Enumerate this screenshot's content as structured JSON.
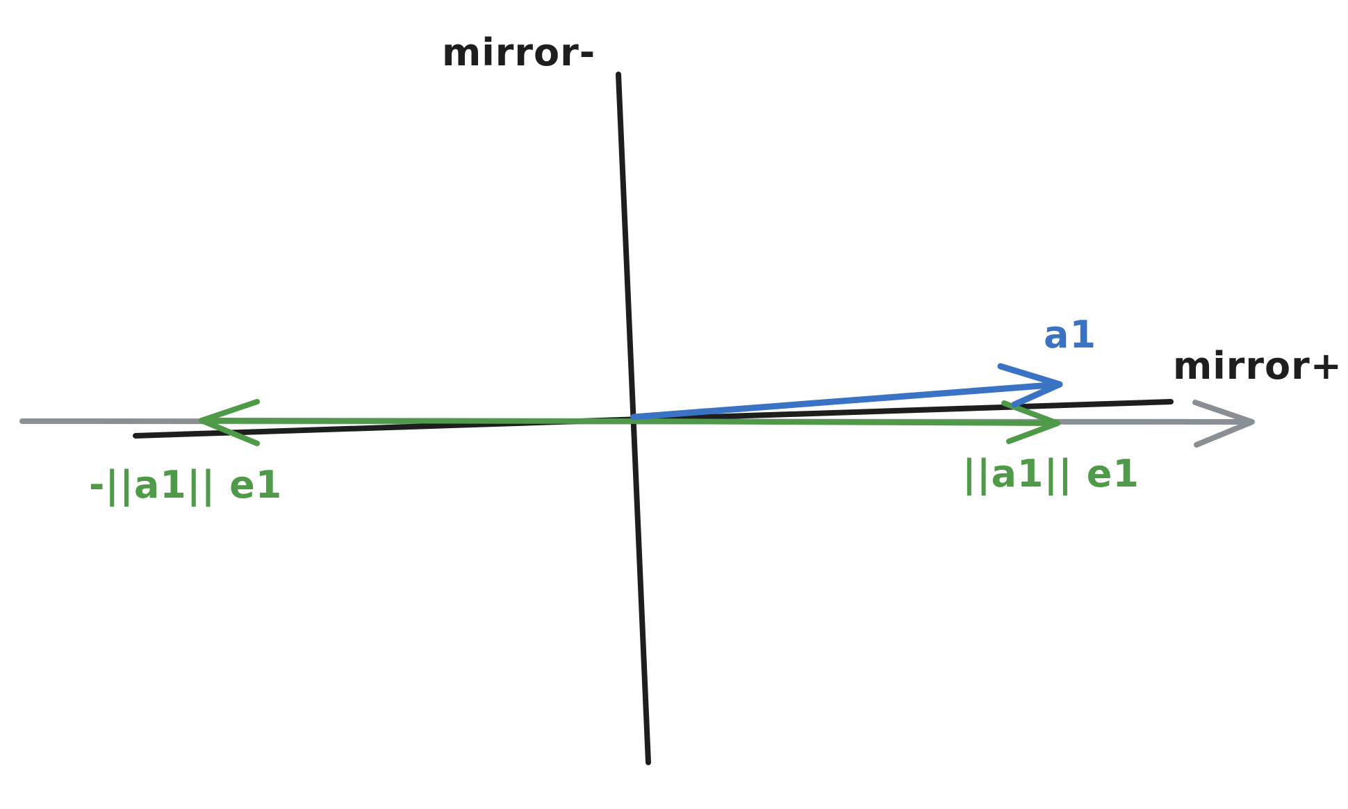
{
  "labels": {
    "mirror_minus": "mirror-",
    "mirror_plus": "mirror+",
    "a1": "a1",
    "pos_norm_e1": "||a1|| e1",
    "neg_norm_e1": "-||a1|| e1"
  },
  "colors": {
    "background": "#ffffff",
    "axis": "#8a8f96",
    "mirror": "#1e1e1e",
    "a1": "#3b73c4",
    "norm_e1": "#4e9a48"
  },
  "elements": {
    "horizontal_axis": "axis-arrow",
    "mirror_line_minus": "mirror-minus-line",
    "mirror_line_plus": "mirror-plus-line",
    "vector_a1": "vector-a1",
    "vector_pos": "vector-pos-norm-e1",
    "vector_neg": "vector-neg-norm-e1"
  }
}
